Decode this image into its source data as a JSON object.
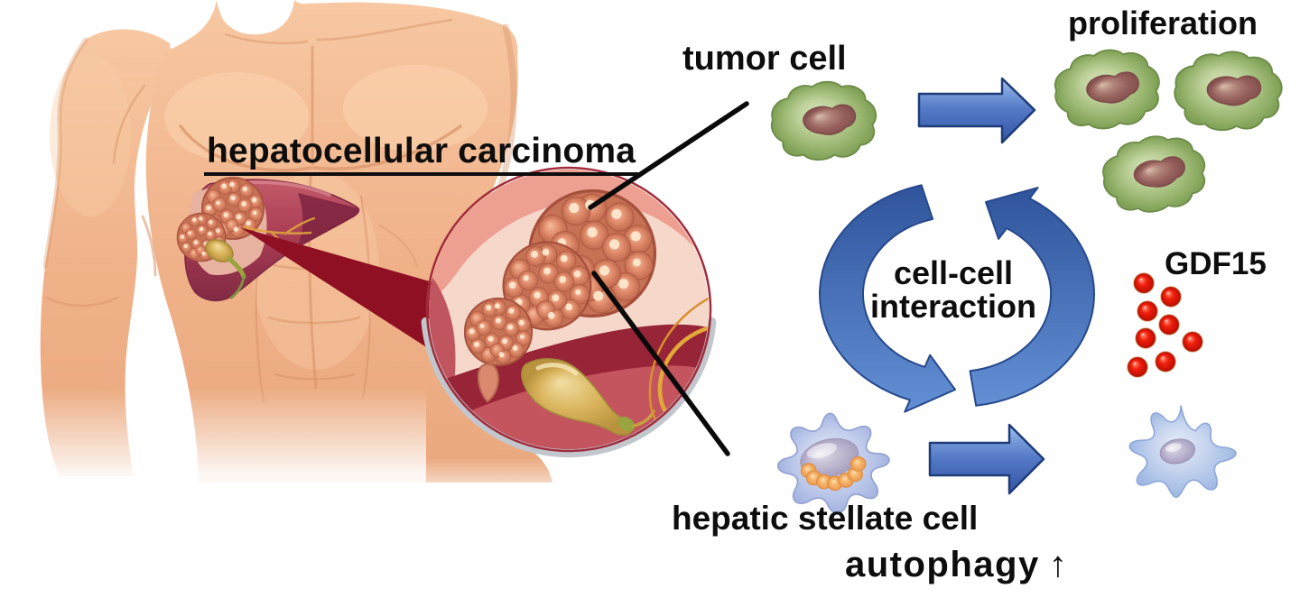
{
  "title": {
    "text": "hepatocellular carcinoma"
  },
  "labels": {
    "tumor_cell": "tumor cell",
    "proliferation": "proliferation",
    "cycle_line1": "cell-cell",
    "cycle_line2": "interaction",
    "gdf15": "GDF15",
    "stellate": "hepatic stellate cell",
    "autophagy": "autophagy",
    "autophagy_arrow": "↑"
  },
  "counts": {
    "proliferation_cells": 3,
    "gdf15_particles": 8,
    "lipid_droplets": 7,
    "liver_tumor_nodules": 2,
    "magnified_tumor_nodules": 3
  },
  "colors": {
    "background": "#ffffff",
    "text": "#0d0d0d",
    "arrow_blue": "#4a72bf",
    "cycle_blue": "#3c63ae",
    "gdf15_red": "#ee1b0b",
    "tumor_cell_green": "#9cb873",
    "stellate_cell_blue": "#c7d1ee",
    "lipid_droplet_orange": "#f2a75c",
    "liver_red": "#a83a52",
    "wedge_maroon": "#8f1022",
    "skin": "#f2b68d",
    "pointer_line_black": "#0a0a0a"
  },
  "icons": [
    {
      "name": "magnifier-circle"
    },
    {
      "name": "pointer-line"
    },
    {
      "name": "block-arrow-right"
    },
    {
      "name": "cycle-arrows"
    }
  ]
}
